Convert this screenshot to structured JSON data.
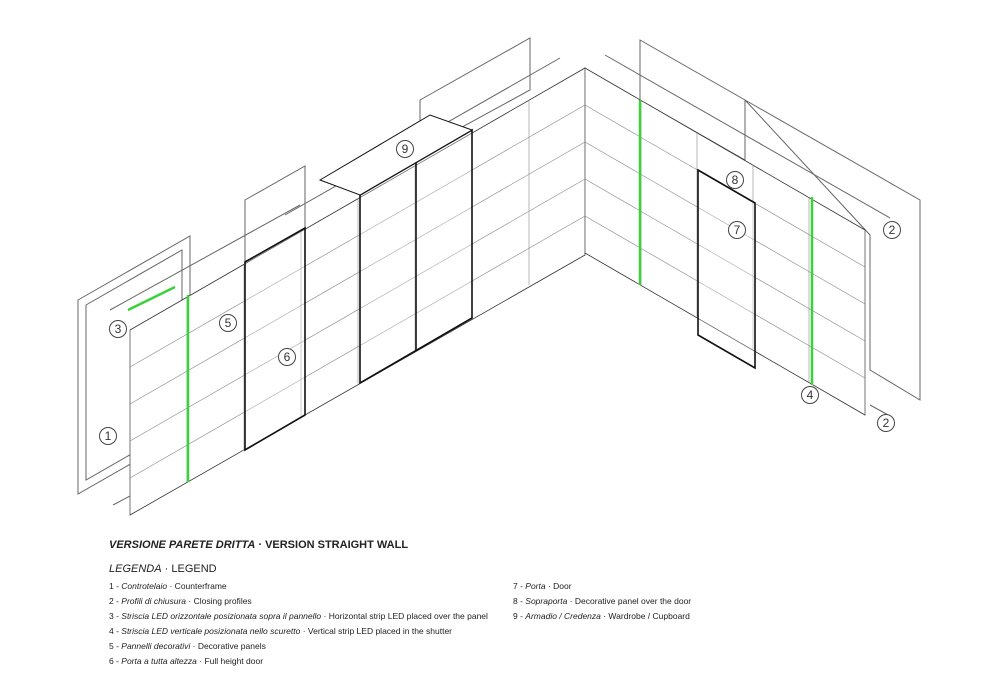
{
  "title": {
    "it": "VERSIONE PARETE DRITTA",
    "sep": " · ",
    "en": "VERSION STRAIGHT WALL"
  },
  "legend_title": {
    "it": "LEGENDA",
    "sep": " · ",
    "en": "LEGEND"
  },
  "legend": [
    {
      "num": "1 - ",
      "it": "Controtelaio",
      "en": " · Counterframe"
    },
    {
      "num": "2 - ",
      "it": "Profili di chiusura",
      "en": " · Closing profiles"
    },
    {
      "num": "3 - ",
      "it": "Striscia LED orizzontale posizionata sopra il pannello",
      "en": "  · Horizontal strip LED placed over the panel"
    },
    {
      "num": "4 - ",
      "it": "Striscia LED verticale posizionata nello scuretto",
      "en": "  · Vertical strip LED placed in the shutter"
    },
    {
      "num": "5 - ",
      "it": "Pannelli decorativi",
      "en": " · Decorative panels"
    },
    {
      "num": "6 - ",
      "it": "Porta a tutta altezza",
      "en": " · Full height door"
    },
    {
      "num": "7 - ",
      "it": "Porta",
      "en": " · Door"
    },
    {
      "num": "8 - ",
      "it": "Sopraporta",
      "en": " · Decorative panel over the door"
    },
    {
      "num": "9 - ",
      "it": "Armadio / Credenza",
      "en": " · Wardrobe / Cupboard"
    }
  ],
  "callouts": {
    "c1": "1",
    "c2a": "2",
    "c2b": "2",
    "c3": "3",
    "c4": "4",
    "c5": "5",
    "c6": "6",
    "c7": "7",
    "c8": "8",
    "c9": "9"
  },
  "colors": {
    "led": "#3ad13a",
    "line": "#222222",
    "frame": "#555555"
  }
}
